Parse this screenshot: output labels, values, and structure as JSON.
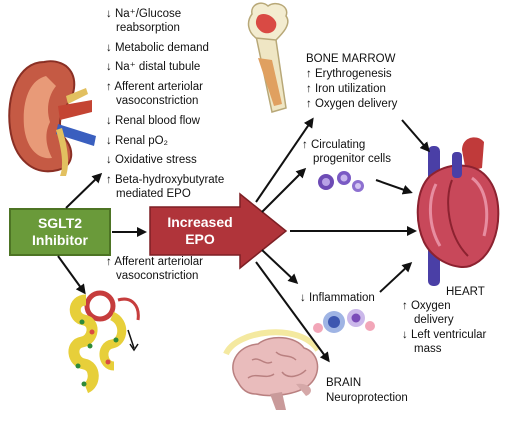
{
  "kidney_effects": [
    {
      "arrow": "↓",
      "text": "Na⁺/Glucose"
    },
    {
      "arrow": "",
      "text": "reabsorption"
    },
    {
      "arrow": "↓",
      "text": "Metabolic demand"
    },
    {
      "arrow": "↓",
      "text": "Na⁺ distal tubule"
    },
    {
      "arrow": "↑",
      "text": "Afferent arteriolar"
    },
    {
      "arrow": "",
      "text": "vasoconstriction"
    },
    {
      "arrow": "↓",
      "text": "Renal blood flow"
    },
    {
      "arrow": "↓",
      "text": "Renal pO₂"
    },
    {
      "arrow": "↓",
      "text": "Oxidative stress"
    },
    {
      "arrow": "↑",
      "text": "Beta-hydroxybutyrate"
    },
    {
      "arrow": "",
      "text": "mediated EPO"
    }
  ],
  "lower_kidney_effect": [
    {
      "arrow": "↑",
      "text": "Afferent arteriolar"
    },
    {
      "arrow": "",
      "text": "vasoconstriction"
    }
  ],
  "sglt2_box": {
    "line1": "SGLT2",
    "line2": "Inhibitor",
    "color": "#6a9a3a"
  },
  "epo_arrow": {
    "line1": "Increased",
    "line2": "EPO",
    "color": "#b0343a"
  },
  "bone_marrow": {
    "title": "BONE MARROW",
    "items": [
      {
        "arrow": "↑",
        "text": "Erythrogenesis"
      },
      {
        "arrow": "↑",
        "text": "Iron utilization"
      },
      {
        "arrow": "↑",
        "text": "Oxygen delivery"
      }
    ]
  },
  "circulating": [
    {
      "arrow": "↑",
      "text": "Circulating"
    },
    {
      "arrow": "",
      "text": "progenitor cells"
    }
  ],
  "inflammation": {
    "arrow": "↓",
    "text": "Inflammation"
  },
  "heart": {
    "title": "HEART",
    "items": [
      {
        "arrow": "↑",
        "text": "Oxygen"
      },
      {
        "arrow": "",
        "text": "delivery"
      },
      {
        "arrow": "↓",
        "text": "Left ventricular"
      },
      {
        "arrow": "",
        "text": "mass"
      }
    ]
  },
  "brain": {
    "title": "BRAIN",
    "subtitle": "Neuroprotection"
  }
}
